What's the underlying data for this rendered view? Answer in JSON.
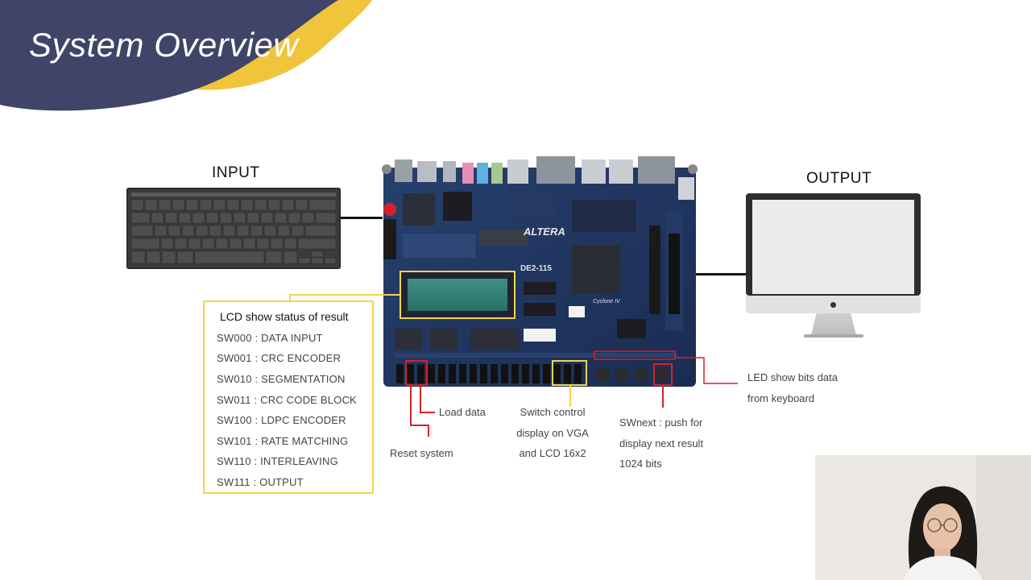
{
  "title": "System Overview",
  "input": {
    "label": "INPUT"
  },
  "output": {
    "label": "OUTPUT"
  },
  "board": {
    "brand": "ALTERA",
    "model": "DE2-115",
    "chip": "Cyclone IV"
  },
  "lcd_box": {
    "title": "LCD show status of result",
    "items": [
      "SW000 : DATA INPUT",
      "SW001 : CRC ENCODER",
      "SW010 : SEGMENTATION",
      "SW011 : CRC CODE BLOCK",
      "SW100 : LDPC ENCODER",
      "SW101 : RATE MATCHING",
      "SW110 : INTERLEAVING",
      "SW111 : OUTPUT"
    ]
  },
  "annotations": {
    "load_data": "Load data",
    "reset_system": "Reset system",
    "switch_control": [
      "Switch control",
      "display on VGA",
      "and LCD 16x2"
    ],
    "swnext": [
      "SWnext : push for",
      "display next result",
      "1024 bits"
    ],
    "led_show": [
      "LED show bits data",
      "from keyboard"
    ]
  },
  "colors": {
    "banner_navy": "#3f4468",
    "banner_yellow": "#f0c53c",
    "highlight_yellow": "#f3d54a",
    "highlight_red": "#d8202a",
    "board_blue": "#1f3560"
  }
}
